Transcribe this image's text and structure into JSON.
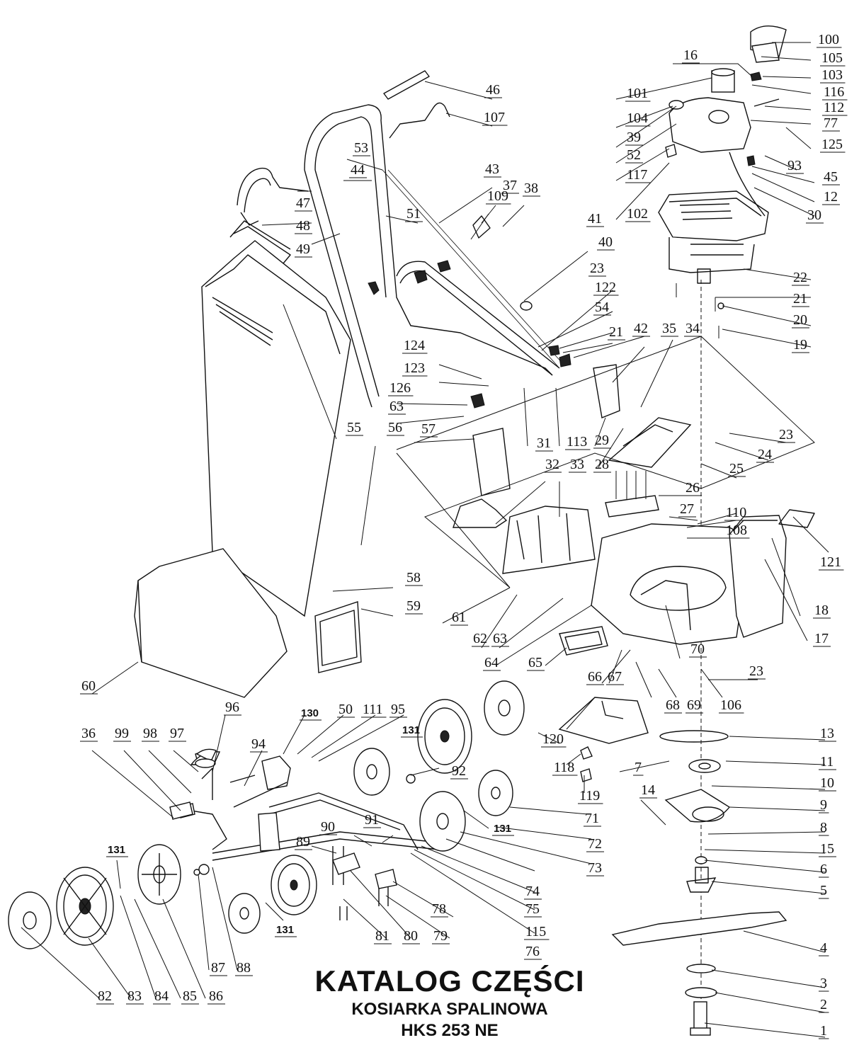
{
  "title": {
    "line1": "KATALOG CZĘŚCI",
    "line2": "KOSIARKA SPALINOWA",
    "line3": "HKS 253 NE"
  },
  "callouts": [
    "100",
    "105",
    "16",
    "103",
    "101",
    "116",
    "104",
    "112",
    "77",
    "39",
    "125",
    "52",
    "93",
    "117",
    "45",
    "12",
    "102",
    "30",
    "22",
    "21",
    "20",
    "19",
    "41",
    "40",
    "23",
    "122",
    "54",
    "21",
    "42",
    "35",
    "34",
    "23",
    "24",
    "25",
    "26",
    "27",
    "110",
    "108",
    "121",
    "18",
    "17",
    "46",
    "107",
    "53",
    "44",
    "43",
    "37",
    "38",
    "109",
    "51",
    "47",
    "48",
    "49",
    "124",
    "123",
    "126",
    "63",
    "31",
    "113",
    "29",
    "28",
    "57",
    "32",
    "33",
    "55",
    "56",
    "58",
    "59",
    "60",
    "61",
    "62",
    "63",
    "64",
    "65",
    "66",
    "67",
    "68",
    "69",
    "106",
    "23",
    "70",
    "13",
    "7",
    "11",
    "10",
    "9",
    "14",
    "8",
    "15",
    "6",
    "5",
    "4",
    "3",
    "2",
    "1",
    "36",
    "99",
    "98",
    "97",
    "96",
    "130",
    "94",
    "50",
    "111",
    "95",
    "131",
    "92",
    "120",
    "118",
    "119",
    "71",
    "72",
    "73",
    "74",
    "75",
    "115",
    "76",
    "78",
    "79",
    "80",
    "81",
    "90",
    "91",
    "89",
    "131",
    "131",
    "131",
    "82",
    "83",
    "84",
    "85",
    "86",
    "87",
    "88"
  ],
  "parts": {
    "engine": "engine",
    "blade": "blade",
    "deck": "deck",
    "grass_bag": "grass bag",
    "handle": "handle",
    "wheel": "wheel"
  }
}
